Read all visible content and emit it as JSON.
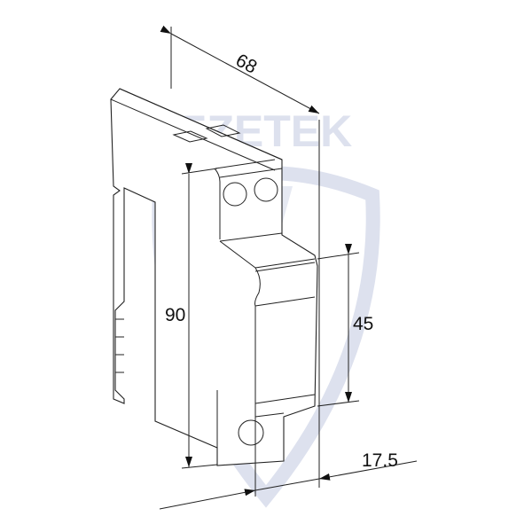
{
  "watermark": {
    "text": "EZETEK",
    "color": "#dde1ee"
  },
  "dimensions": {
    "depth": "68",
    "height": "90",
    "front_height": "45",
    "width": "17.5"
  }
}
